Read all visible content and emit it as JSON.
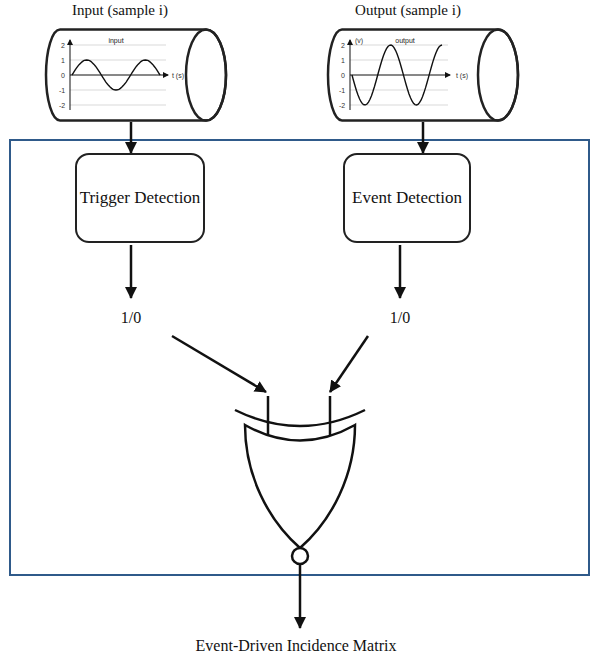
{
  "diagram": {
    "nodes": [
      {
        "text": [
          "Input (sample i)",
          "input"
        ]
      },
      {
        "text": [
          "Output (sample i)",
          "output"
        ]
      },
      {
        "text": [
          "Trigger Detection"
        ]
      },
      {
        "text": [
          "Event Detection"
        ]
      }
    ],
    "edges": [
      {
        "from": 0,
        "to": 2,
        "arrow": "to"
      },
      {
        "from": 1,
        "to": 3,
        "arrow": "to"
      }
    ],
    "labels": [
      "1/0",
      "1/0",
      "Event-Driven Incidence Matrix",
      "2",
      "1",
      "0",
      "-1",
      "-2",
      "t (s)",
      "2",
      "1",
      "0",
      "-1",
      "-2",
      "(v)",
      "t (s)"
    ]
  }
}
